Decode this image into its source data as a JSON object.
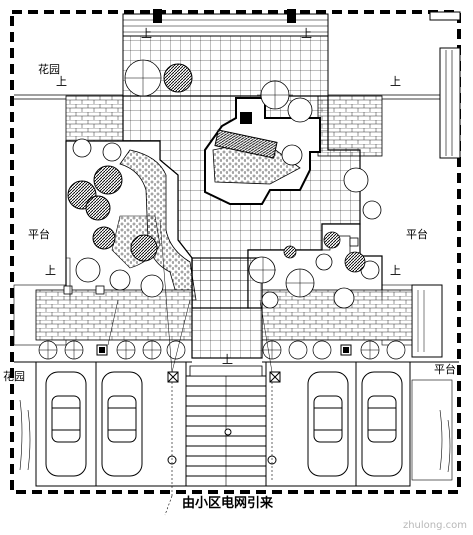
{
  "labels": {
    "garden_top": "花园",
    "garden_left": "花园",
    "terrace_left": "平台",
    "terrace_right": "平台",
    "terrace_bottom_right": "平台",
    "up": "上",
    "power_note": "由小区电网引来"
  },
  "watermark": "zhulong.com",
  "colors": {
    "line": "#000000",
    "paper": "#ffffff",
    "hatch": "#444444"
  }
}
